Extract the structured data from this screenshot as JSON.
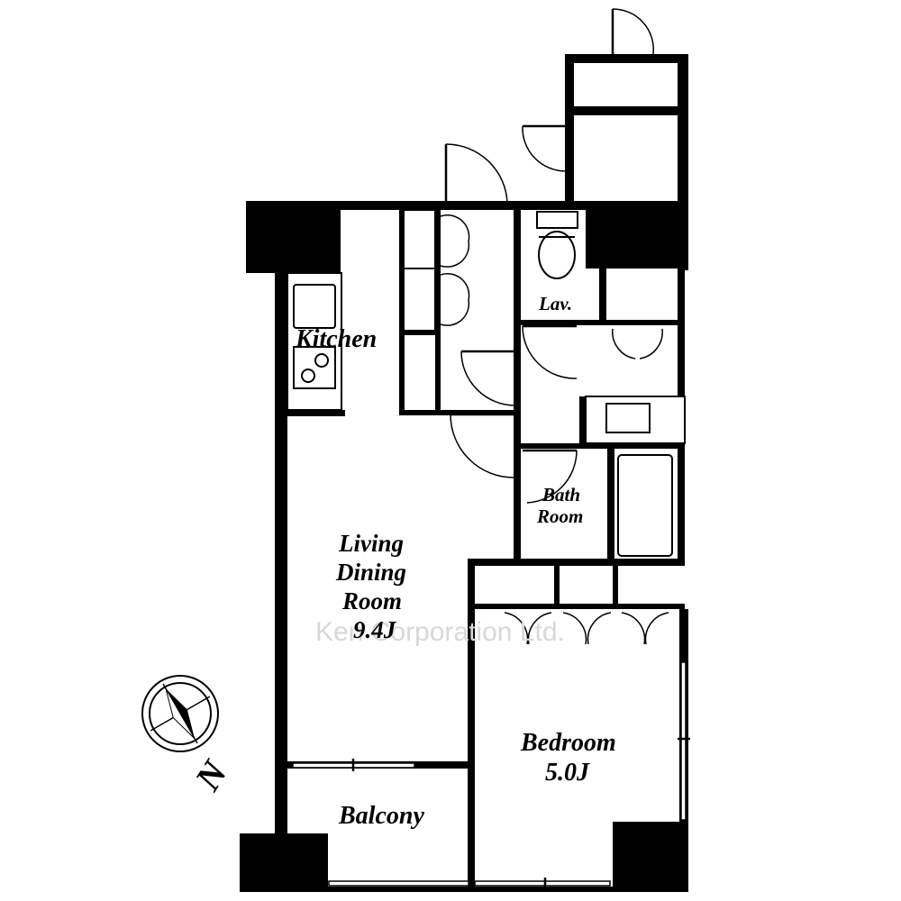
{
  "watermark": "Ken Corporation Ltd.",
  "rooms": {
    "kitchen": "Kitchen",
    "lavatory": "Lav.",
    "bath_line1": "Bath",
    "bath_line2": "Room",
    "living_line1": "Living",
    "living_line2": "Dining",
    "living_line3": "Room",
    "living_size": "9.4J",
    "bedroom": "Bedroom",
    "bedroom_size": "5.0J",
    "balcony": "Balcony"
  },
  "compass": {
    "north_letter": "N",
    "icon": "compass-rose-icon"
  }
}
